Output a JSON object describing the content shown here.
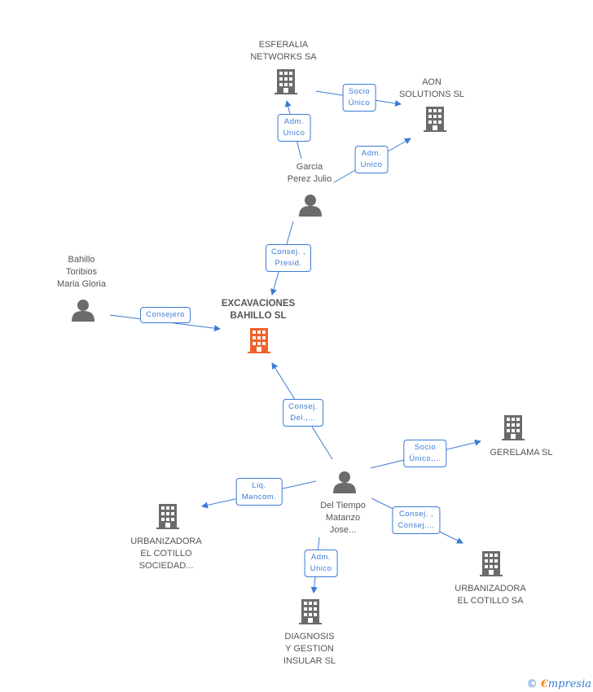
{
  "colors": {
    "edge": "#3a7bd5",
    "company": "#6b6b6b",
    "person": "#6b6b6b",
    "main_company": "#f0622c"
  },
  "nodes": {
    "esferalia": {
      "label": "ESFERALIA\nNETWORKS SA",
      "type": "company-icon"
    },
    "aon": {
      "label": "AON\nSOLUTIONS SL",
      "type": "company-icon"
    },
    "garcia": {
      "label": "Garcia\nPerez Julio",
      "type": "person-icon"
    },
    "bahillo": {
      "label": "Bahillo\nToribios\nMaria Gloria",
      "type": "person-icon"
    },
    "excavaciones": {
      "label": "EXCAVACIONES\nBAHILLO SL",
      "type": "main-company-icon"
    },
    "gerelama": {
      "label": "GERELAMA SL",
      "type": "company-icon"
    },
    "deltiempo": {
      "label": "Del Tiempo\nMatanzo\nJose...",
      "type": "person-icon"
    },
    "urb_sociedad": {
      "label": "URBANIZADORA\nEL COTILLO\nSOCIEDAD...",
      "type": "company-icon"
    },
    "urb_sa": {
      "label": "URBANIZADORA\nEL COTILLO SA",
      "type": "company-icon"
    },
    "diagnosis": {
      "label": "DIAGNOSIS\nY GESTION\nINSULAR SL",
      "type": "company-icon"
    }
  },
  "edges": {
    "esferalia_aon": "Socio\nÚnico",
    "garcia_esferalia": "Adm.\nUnico",
    "garcia_aon": "Adm.\nUnico",
    "garcia_excavaciones": "Consej. ,\nPresid.",
    "bahillo_excavaciones": "Consejero",
    "deltiempo_excavaciones": "Consej.\nDel.,...",
    "deltiempo_gerelama": "Socio\nÚnico,...",
    "deltiempo_urb_sociedad": "Liq.\nMancom.",
    "deltiempo_urb_sa": "Consej. ,\nConsej....",
    "deltiempo_diagnosis": "Adm.\nUnico"
  },
  "footer": {
    "copyright": "©",
    "brand_initial": "€",
    "brand_rest": "mpresia"
  }
}
